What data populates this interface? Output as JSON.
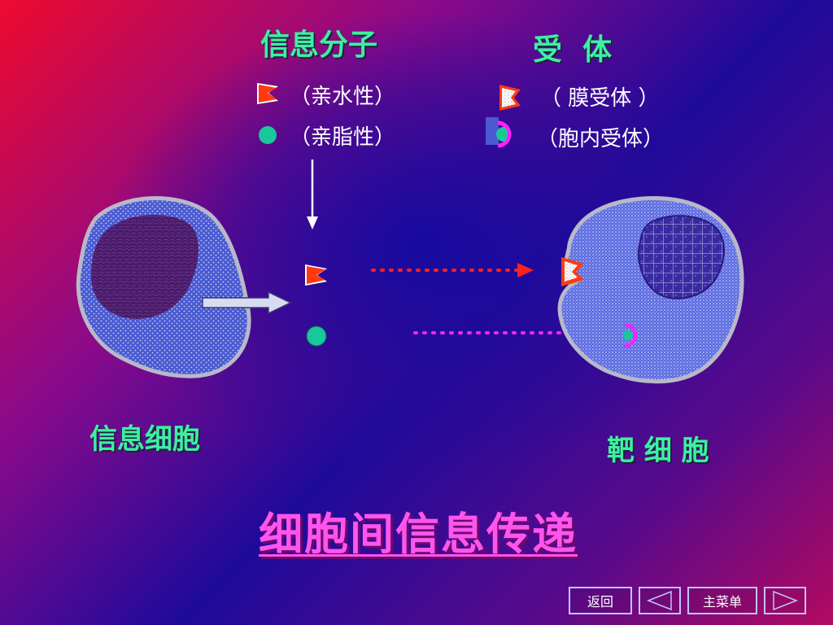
{
  "labels": {
    "molecule_title": "信息分子",
    "receptor_title": "受  体",
    "hydrophilic": "（亲水性）",
    "lipophilic": "（亲脂性）",
    "membrane_receptor": "（ 膜受体 ）",
    "intracellular_receptor": "（胞内受体）",
    "signal_cell": "信息细胞",
    "target_cell": "靶 细 胞",
    "main_title": "细胞间信息传递"
  },
  "nav": {
    "back": "返回",
    "main_menu": "主菜单"
  },
  "colors": {
    "title_green": "#3cf0a0",
    "main_title_pink": "#ff55ee",
    "hydrophilic_red": "#ff3a10",
    "lipophilic_green": "#18c89a",
    "receptor_magenta": "#ff20ff",
    "cell_blue": "#4a5ad0"
  }
}
